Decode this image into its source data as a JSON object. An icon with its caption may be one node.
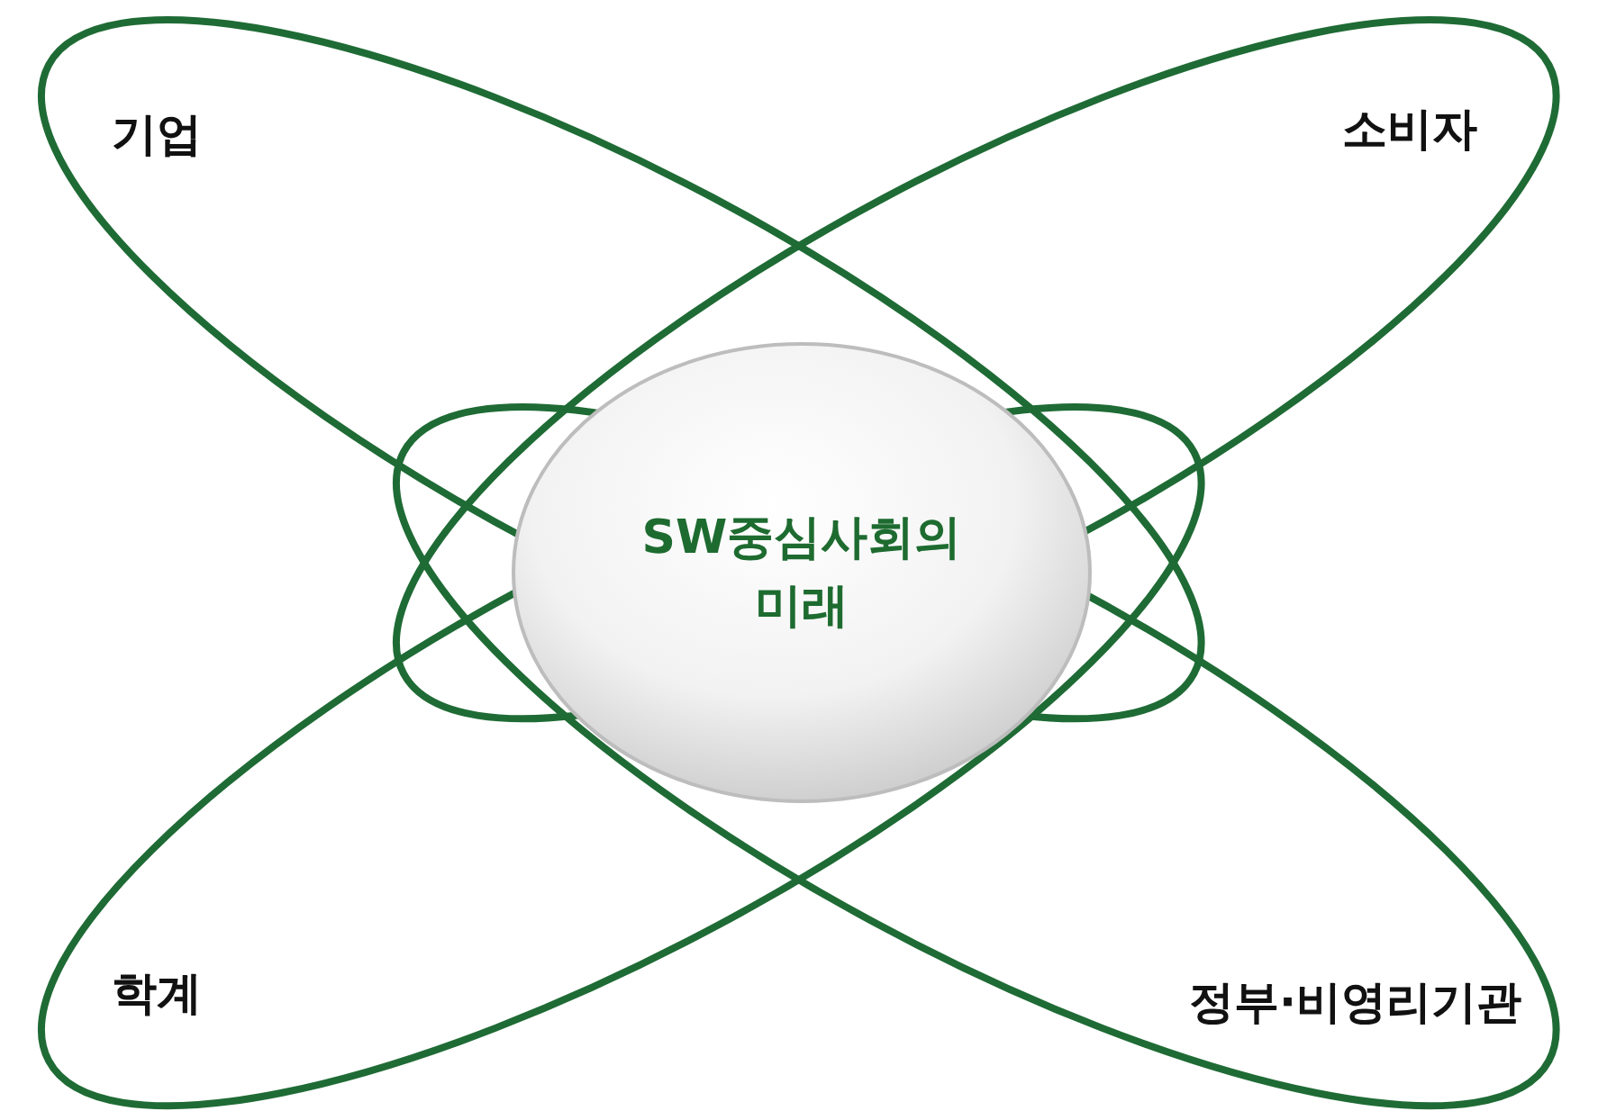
{
  "diagram": {
    "nodes": [
      {
        "text": [
          "기업"
        ]
      },
      {
        "text": [
          "소비자"
        ]
      },
      {
        "text": [
          "SW중심사회의 미래"
        ]
      },
      {
        "text": [
          "학계"
        ]
      },
      {
        "text": [
          "정부·비영리기관"
        ]
      }
    ]
  }
}
